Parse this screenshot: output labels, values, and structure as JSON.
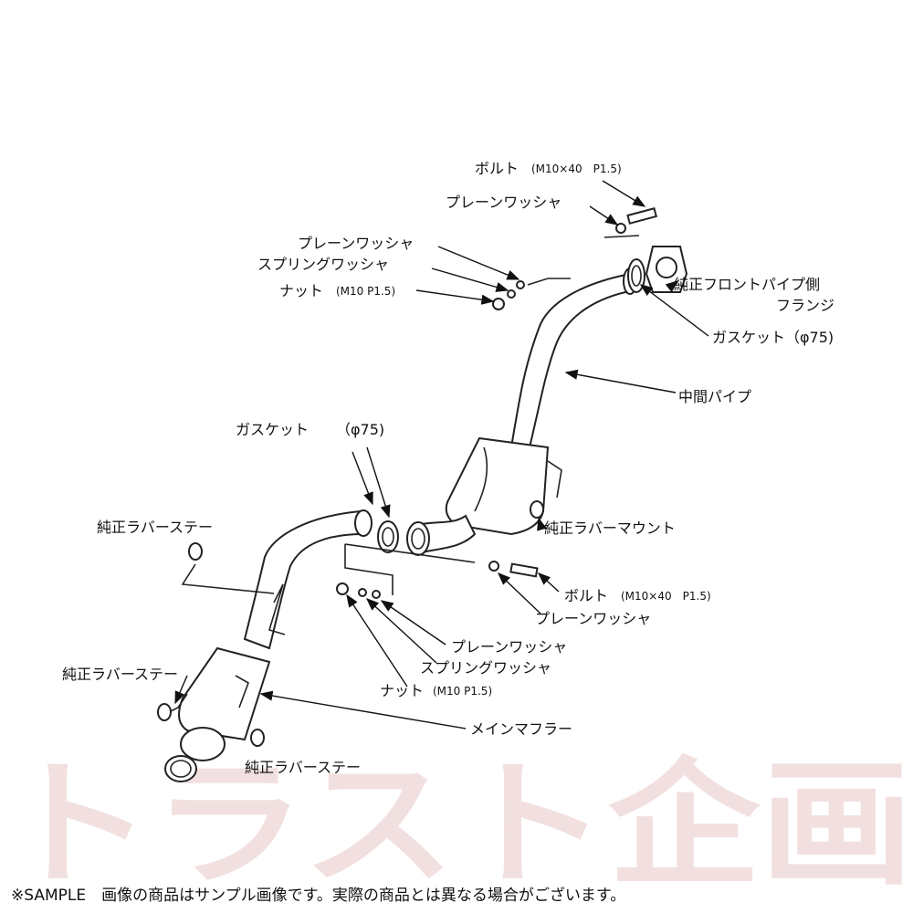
{
  "labels": {
    "bolt_top": "ボルト",
    "bolt_top_spec": "(M10×40　P1.5)",
    "washer_top": "プレーンワッシャ",
    "washer_left": "プレーンワッシャ",
    "spring_washer_left": "スプリングワッシャ",
    "nut_left": "ナット",
    "nut_left_spec": "(M10 P1.5)",
    "front_flange_1": "純正フロントパイプ側",
    "front_flange_2": "フランジ",
    "gasket_right": "ガスケット（φ75)",
    "center_pipe": "中間パイプ",
    "gasket_mid": "ガスケット",
    "gasket_mid_spec": "（φ75)",
    "rubber_stay_1": "純正ラバーステー",
    "rubber_mount": "純正ラバーマウント",
    "bolt_mid": "ボルト",
    "bolt_mid_spec": "(M10×40　P1.5)",
    "washer_mid": "プレーンワッシャ",
    "washer_low": "プレーンワッシャ",
    "spring_washer_low": "スプリングワッシャ",
    "nut_low": "ナット",
    "nut_low_spec": "(M10 P1.5)",
    "rubber_stay_2": "純正ラバーステー",
    "main_muffler": "メインマフラー",
    "rubber_stay_3": "純正ラバーステー"
  },
  "watermark": "トラスト企画",
  "footer": "※SAMPLE　画像の商品はサンプル画像です。実際の商品とは異なる場合がございます。"
}
